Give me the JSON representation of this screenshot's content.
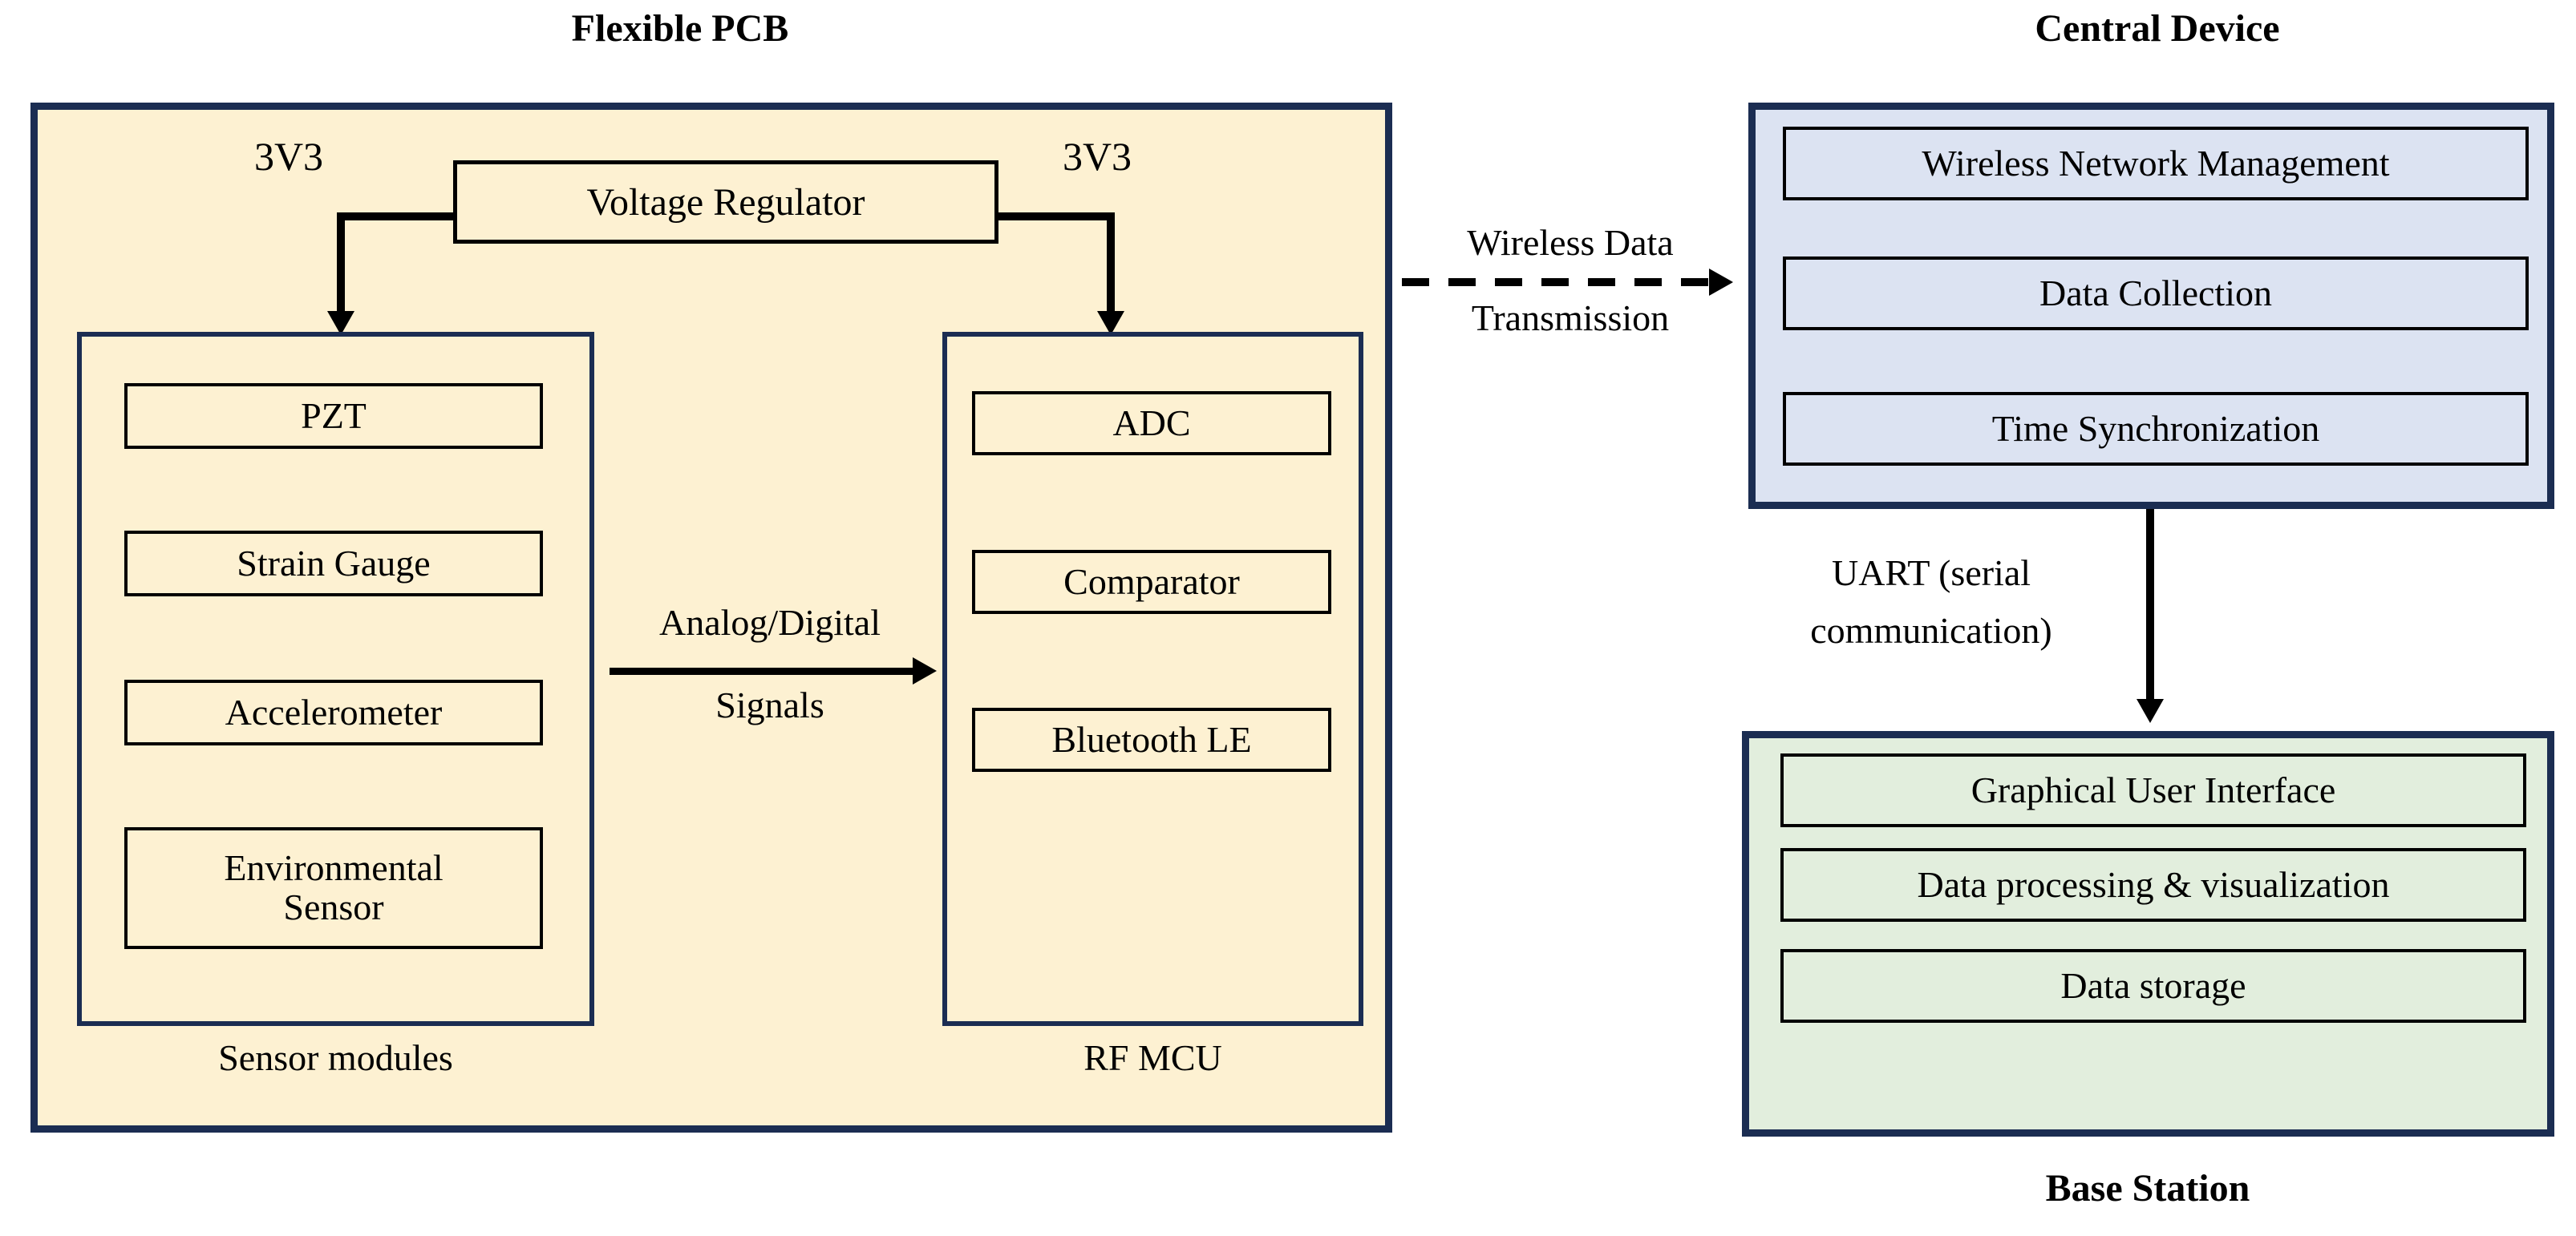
{
  "diagram": {
    "titles": {
      "flexible_pcb": "Flexible PCB",
      "central_device": "Central Device",
      "base_station": "Base Station"
    },
    "flexible_pcb": {
      "power": {
        "regulator_label": "Voltage Regulator",
        "rail_left": "3V3",
        "rail_right": "3V3"
      },
      "sensor_group": {
        "caption": "Sensor modules",
        "items": [
          {
            "label": "PZT"
          },
          {
            "label": "Strain Gauge"
          },
          {
            "label": "Accelerometer"
          },
          {
            "label": "Environmental Sensor"
          }
        ]
      },
      "mcu_group": {
        "caption": "RF MCU",
        "items": [
          {
            "label": "ADC"
          },
          {
            "label": "Comparator"
          },
          {
            "label": "Bluetooth LE"
          }
        ]
      },
      "internal_link": {
        "line1": "Analog/Digital",
        "line2": "Signals"
      }
    },
    "central_device": {
      "items": [
        {
          "label": "Wireless Network Management"
        },
        {
          "label": "Data Collection"
        },
        {
          "label": "Time Synchronization"
        }
      ]
    },
    "base_station": {
      "items": [
        {
          "label": "Graphical User Interface"
        },
        {
          "label": "Data processing & visualization"
        },
        {
          "label": "Data storage"
        }
      ]
    },
    "links": {
      "wireless": {
        "line1": "Wireless Data",
        "line2": "Transmission"
      },
      "uart": {
        "line1": "UART (serial",
        "line2": "communication)"
      }
    },
    "colors": {
      "border_navy": "#1b2d52",
      "pcb_cream": "#fdf1d2",
      "central_blue": "#dce3f2",
      "base_green": "#e2eedd",
      "stroke_black": "#000000"
    }
  }
}
